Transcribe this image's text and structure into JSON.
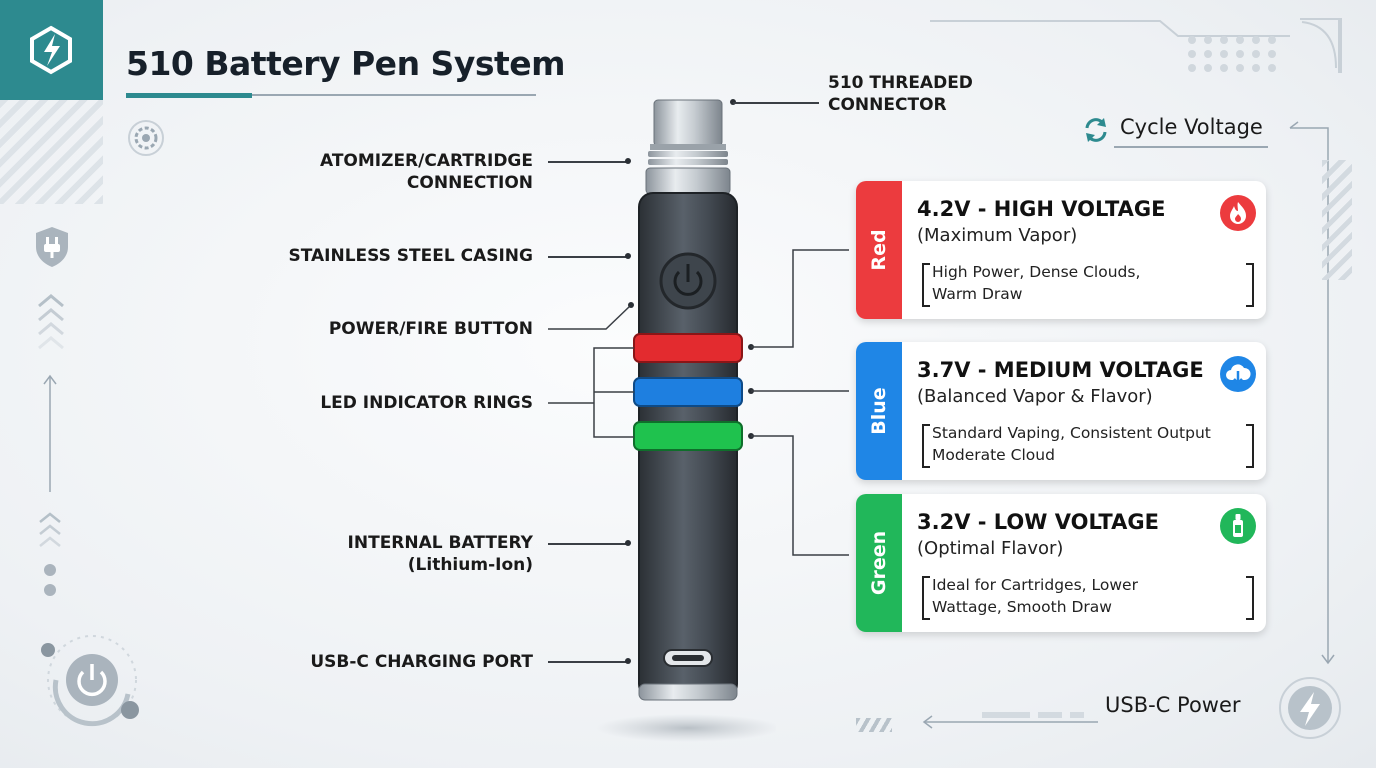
{
  "title": "510 Battery Pen System",
  "colors": {
    "teal": "#2d8a8f",
    "red": "#ec3b3e",
    "blue": "#1f86e6",
    "green": "#21b75a",
    "body": "#3b4148"
  },
  "icons": {
    "logo": "lightning-shield-icon",
    "gear": "gear-icon",
    "plug": "plug-shield-icon",
    "power": "power-icon",
    "cycle": "refresh-icon",
    "bolt": "lightning-icon"
  },
  "callouts": {
    "connector": "510 THREADED\nCONNECTOR",
    "atomizer": "ATOMIZER/CARTRIDGE\nCONNECTION",
    "casing": "STAINLESS STEEL CASING",
    "button": "POWER/FIRE BUTTON",
    "led": "LED INDICATOR RINGS",
    "battery": "INTERNAL BATTERY\n(Lithium-Ion)",
    "port": "USB-C CHARGING PORT"
  },
  "cycle_voltage": "Cycle Voltage",
  "usb_power": "USB-C Power",
  "cards": [
    {
      "color": "Red",
      "heading": "4.2V - HIGH VOLTAGE",
      "sub": "(Maximum Vapor)",
      "desc": "High Power, Dense Clouds,\nWarm Draw",
      "icon": "flame-icon"
    },
    {
      "color": "Blue",
      "heading": "3.7V - MEDIUM VOLTAGE",
      "sub": "(Balanced Vapor & Flavor)",
      "desc": "Standard Vaping, Consistent Output\nModerate Cloud",
      "icon": "cloud-download-icon"
    },
    {
      "color": "Green",
      "heading": "3.2V - LOW VOLTAGE",
      "sub": "(Optimal Flavor)",
      "desc": "Ideal for Cartridges, Lower\nWattage, Smooth Draw",
      "icon": "cartridge-icon"
    }
  ]
}
